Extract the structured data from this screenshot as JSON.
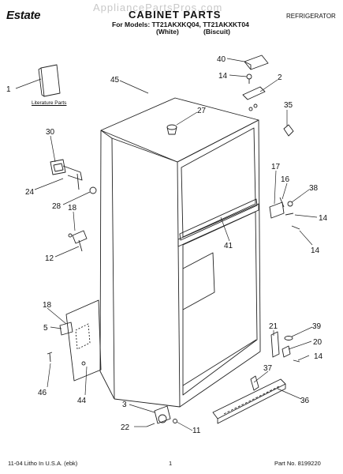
{
  "header": {
    "brand": "Estate",
    "watermark": "AppliancePartsPros.com",
    "title": "CABINET PARTS",
    "models_label": "For Models: TT21AKXKQ04, TT21AKXKT04",
    "color_white": "(White)",
    "color_biscuit": "(Biscuit)",
    "category": "REFRIGERATOR"
  },
  "literature_label": "Literature Parts",
  "callouts": [
    {
      "id": "c1",
      "text": "1"
    },
    {
      "id": "c45",
      "text": "45"
    },
    {
      "id": "c40",
      "text": "40"
    },
    {
      "id": "c14a",
      "text": "14"
    },
    {
      "id": "c2",
      "text": "2"
    },
    {
      "id": "c35",
      "text": "35"
    },
    {
      "id": "c27",
      "text": "27"
    },
    {
      "id": "c30",
      "text": "30"
    },
    {
      "id": "c24",
      "text": "24"
    },
    {
      "id": "c28",
      "text": "28"
    },
    {
      "id": "c18a",
      "text": "18"
    },
    {
      "id": "c12",
      "text": "12"
    },
    {
      "id": "c17",
      "text": "17"
    },
    {
      "id": "c16",
      "text": "16"
    },
    {
      "id": "c38",
      "text": "38"
    },
    {
      "id": "c14b",
      "text": "14"
    },
    {
      "id": "c14c",
      "text": "14"
    },
    {
      "id": "c41",
      "text": "41"
    },
    {
      "id": "c18b",
      "text": "18"
    },
    {
      "id": "c5",
      "text": "5"
    },
    {
      "id": "c46",
      "text": "46"
    },
    {
      "id": "c44",
      "text": "44"
    },
    {
      "id": "c21",
      "text": "21"
    },
    {
      "id": "c39",
      "text": "39"
    },
    {
      "id": "c20",
      "text": "20"
    },
    {
      "id": "c14d",
      "text": "14"
    },
    {
      "id": "c37",
      "text": "37"
    },
    {
      "id": "c36",
      "text": "36"
    },
    {
      "id": "c3",
      "text": "3"
    },
    {
      "id": "c22",
      "text": "22"
    },
    {
      "id": "c11",
      "text": "11"
    }
  ],
  "footer": {
    "left": "11-04 Litho In U.S.A. (ebk)",
    "page": "1",
    "part": "Part No. 8199220"
  }
}
